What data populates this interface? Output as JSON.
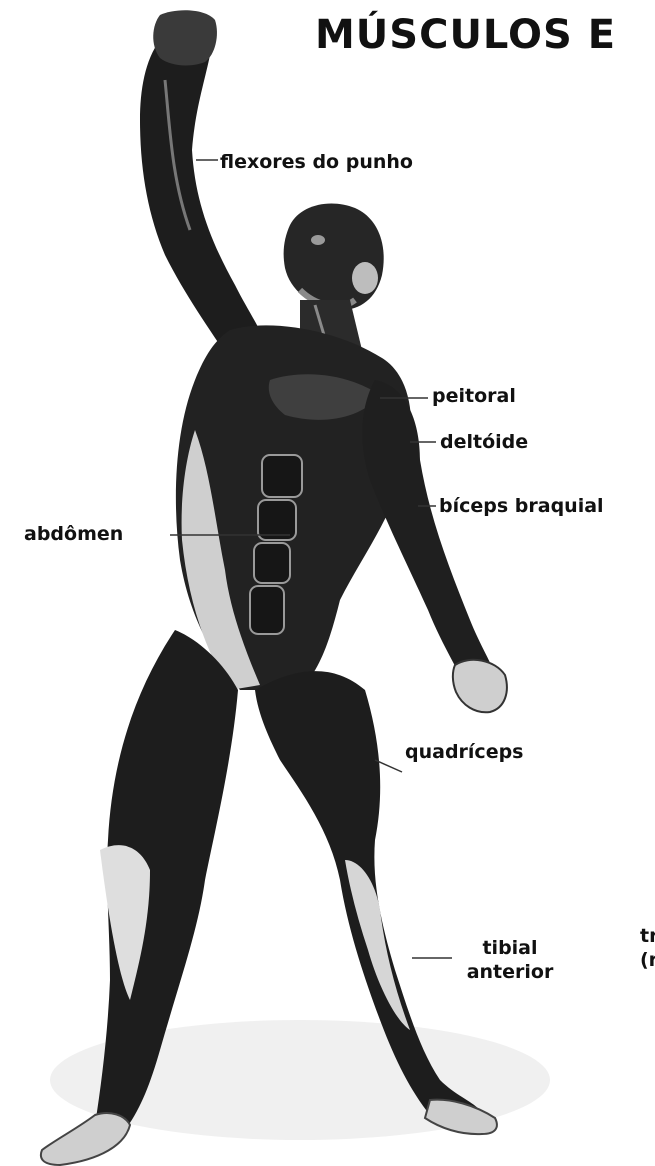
{
  "title": "MÚSCULOS E",
  "labels": {
    "flexores": "flexores do punho",
    "peitoral": "peitoral",
    "deltoide": "deltóide",
    "biceps": "bíceps braquial",
    "abdomen": "abdômen",
    "quadriceps": "quadríceps",
    "tibial_line1": "tibial",
    "tibial_line2": "anterior",
    "truncated_line1": "tr",
    "truncated_line2": "(r"
  },
  "colors": {
    "ink": "#111111",
    "muscle_dark": "#1d1d1d",
    "muscle_mid": "#5a5a5a",
    "skin_light": "#e6e6e6"
  }
}
